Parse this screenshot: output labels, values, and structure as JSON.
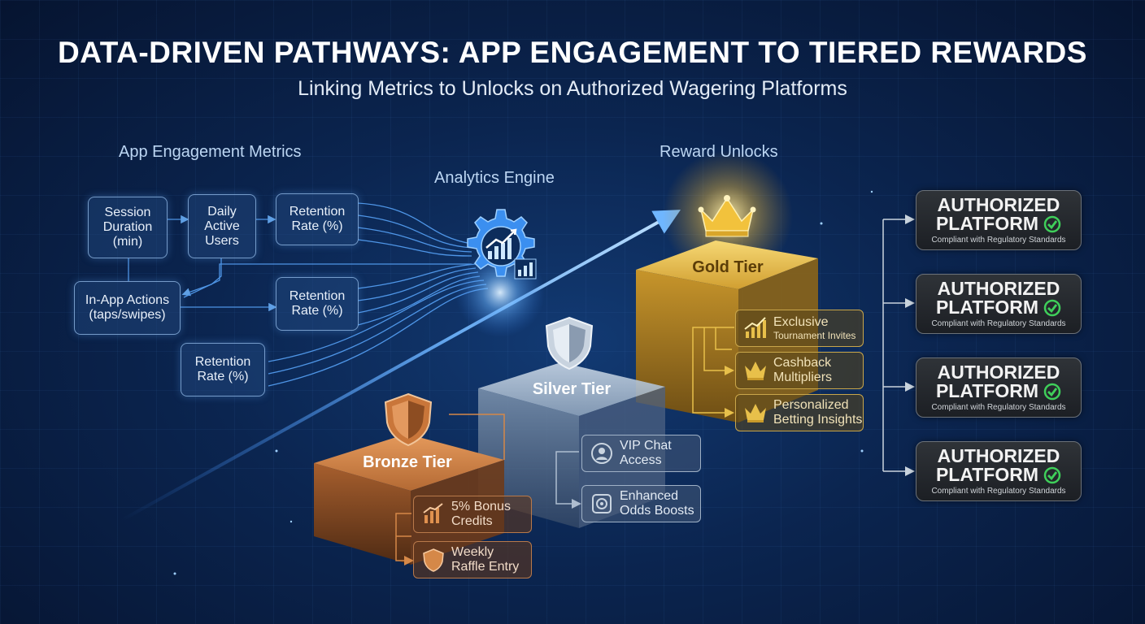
{
  "title": "DATA-DRIVEN PATHWAYS: APP ENGAGEMENT TO TIERED REWARDS",
  "subtitle": "Linking Metrics to Unlocks on Authorized Wagering Platforms",
  "sections": {
    "metrics": "App Engagement Metrics",
    "engine": "Analytics Engine",
    "rewards": "Reward Unlocks"
  },
  "metrics": [
    {
      "label": "Session\nDuration\n(min)"
    },
    {
      "label": "Daily\nActive\nUsers"
    },
    {
      "label": "Retention\nRate (%)"
    },
    {
      "label": "In-App Actions\n(taps/swipes)"
    },
    {
      "label": "Retention\nRate (%)"
    },
    {
      "label": "Retention\nRate (%)"
    }
  ],
  "tiers": {
    "gold": {
      "label": "Gold Tier",
      "rewards": [
        {
          "icon": "chart-icon",
          "label": "Exclusive",
          "sublabel": "Tournament Invites"
        },
        {
          "icon": "crown-icon",
          "label": "Cashback\nMultipliers"
        },
        {
          "icon": "crown-icon",
          "label": "Personalized\nBetting Insights"
        }
      ]
    },
    "silver": {
      "label": "Silver Tier",
      "rewards": [
        {
          "icon": "chat-icon",
          "label": "VIP Chat\nAccess"
        },
        {
          "icon": "target-icon",
          "label": "Enhanced\nOdds Boosts"
        }
      ]
    },
    "bronze": {
      "label": "Bronze Tier",
      "rewards": [
        {
          "icon": "chart-icon",
          "label": "5% Bonus\nCredits"
        },
        {
          "icon": "shield-icon",
          "label": "Weekly\nRaffle Entry"
        }
      ]
    }
  },
  "platforms": [
    {
      "line1": "AUTHORIZED",
      "line2": "PLATFORM",
      "note": "Compliant with Regulatory Standards"
    },
    {
      "line1": "AUTHORIZED",
      "line2": "PLATFORM",
      "note": "Compliant with Regulatory Standards"
    },
    {
      "line1": "AUTHORIZED",
      "line2": "PLATFORM",
      "note": "Compliant with Regulatory Standards"
    },
    {
      "line1": "AUTHORIZED",
      "line2": "PLATFORM",
      "note": "Compliant with Regulatory Standards"
    }
  ],
  "colors": {
    "gold": "#e8c04a",
    "silver": "#b9c6d6",
    "bronze": "#c77a3e",
    "check": "#3fcf5a",
    "accent": "#5aa8ff"
  }
}
